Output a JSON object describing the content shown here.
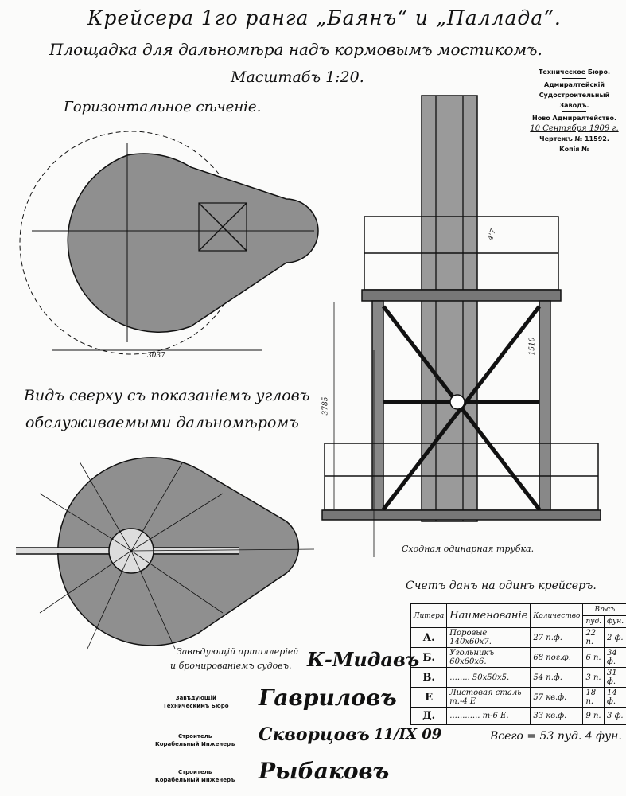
{
  "header": {
    "title": "Крейсера 1го ранга „Баянъ“ и „Паллада“.",
    "subtitle": "Площадка для дальномѣра надъ кормовымъ мостикомъ.",
    "scale": "Масштабъ 1:20."
  },
  "sections": {
    "horizontal": "Горизонтальное сѣченіе.",
    "top_view_line1": "Видъ сверху съ показаніемъ угловъ",
    "top_view_line2": "обслуживаемыми дальномѣромъ",
    "pipe_label": "Сходная одинарная трубка."
  },
  "stamp": {
    "bureau": "Техническое Бюро.",
    "plant1": "Адмиралтейскій",
    "plant2": "Судостроительный",
    "plant3": "Заводъ.",
    "location": "Ново Адмиралтейство.",
    "date": "10 Сентября 1909 г.",
    "drawing_no": "Чертежъ № 11592.",
    "copy_no": "Копія №"
  },
  "table": {
    "caption": "Счетъ данъ на одинъ крейсеръ.",
    "headers": {
      "letter": "Литера",
      "name": "Наименованіе",
      "qty": "Количество",
      "weight": "Вѣсъ",
      "pud": "пуд.",
      "fun": "фун."
    },
    "rows": [
      {
        "letter": "А.",
        "name": "Поровые 140x60x7.",
        "qty": "27 п.ф.",
        "pud": "22 п.",
        "fun": "2 ф."
      },
      {
        "letter": "Б.",
        "name": "Угольникъ 60x60x6.",
        "qty": "68 пог.ф.",
        "pud": "6 п.",
        "fun": "34 ф."
      },
      {
        "letter": "В.",
        "name": "........ 50x50x5.",
        "qty": "54 п.ф.",
        "pud": "3 п.",
        "fun": "31 ф."
      },
      {
        "letter": "Е",
        "name": "Листовая сталь т.-4 Е",
        "qty": "57 кв.ф.",
        "pud": "18 п.",
        "fun": "14 ф."
      },
      {
        "letter": "Д.",
        "name": "............ т-6 Е.",
        "qty": "33 кв.ф.",
        "pud": "9 п.",
        "fun": "3 ф."
      }
    ],
    "total": "Всего = 53 пуд. 4 фун."
  },
  "signatures": {
    "artillery_label1": "Завѣдующій артиллеріей",
    "artillery_label2": "и бронированіемъ судовъ.",
    "artillery_sig": "К-Мидавъ",
    "bureau_label1": "Завѣдующій",
    "bureau_label2": "Техническимъ Бюро",
    "bureau_sig": "Гавриловъ",
    "builder_label1": "Строитель",
    "builder_label2": "Корабельный Инженеръ",
    "builder_sig1": "Скворцовъ",
    "builder_date": "11/IX 09",
    "builder_sig2": "Рыбаковъ"
  },
  "dimensions": {
    "plan_width": "3037",
    "height_total": "3785",
    "rail_height": "1510",
    "column_height": "4'7"
  }
}
